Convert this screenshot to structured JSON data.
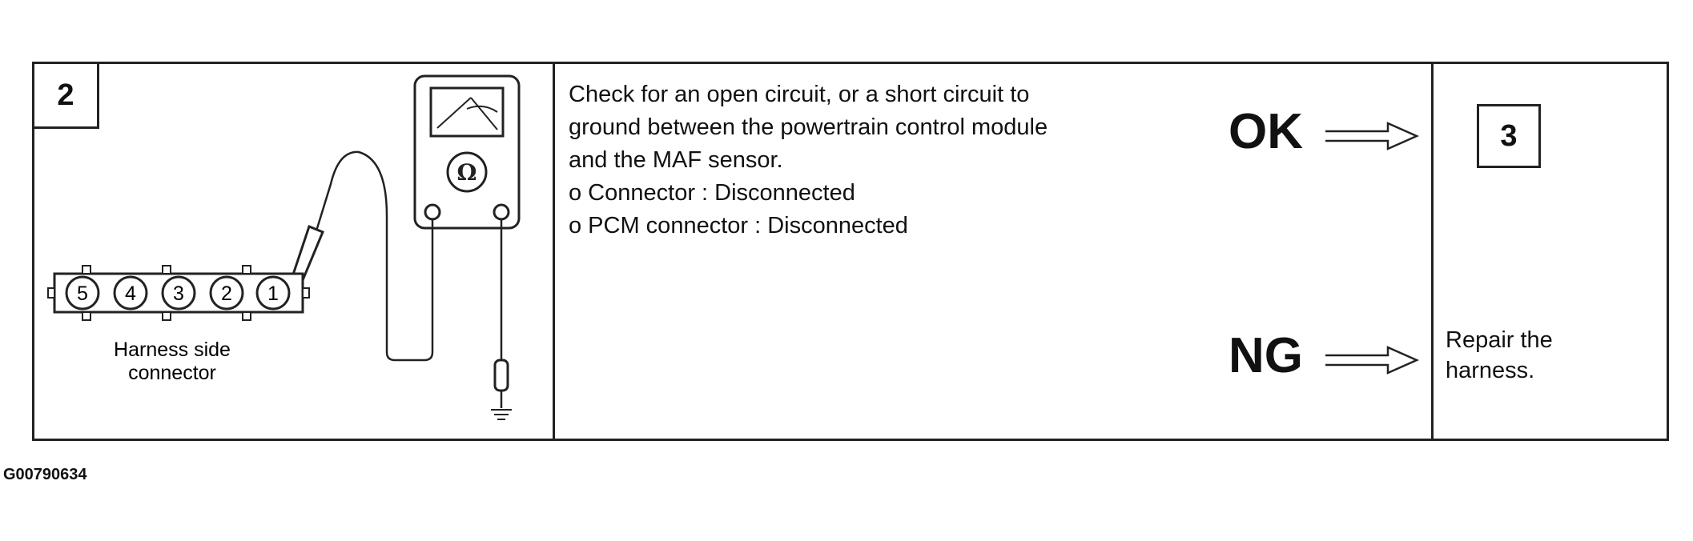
{
  "step": {
    "number": "2",
    "diagram": {
      "meter_symbol": "Ω",
      "pins": [
        "5",
        "4",
        "3",
        "2",
        "1"
      ],
      "caption_line1": "Harness side",
      "caption_line2": "connector"
    },
    "instructions": [
      "Check for an open circuit, or a short circuit to",
      "ground between the powertrain control module",
      "and the MAF sensor.",
      "o Connector : Disconnected",
      "o PCM connector : Disconnected"
    ],
    "ok": {
      "label": "OK",
      "next_step": "3"
    },
    "ng": {
      "label": "NG",
      "action_line1": "Repair the",
      "action_line2": "harness."
    }
  },
  "figure_id": "G00790634"
}
